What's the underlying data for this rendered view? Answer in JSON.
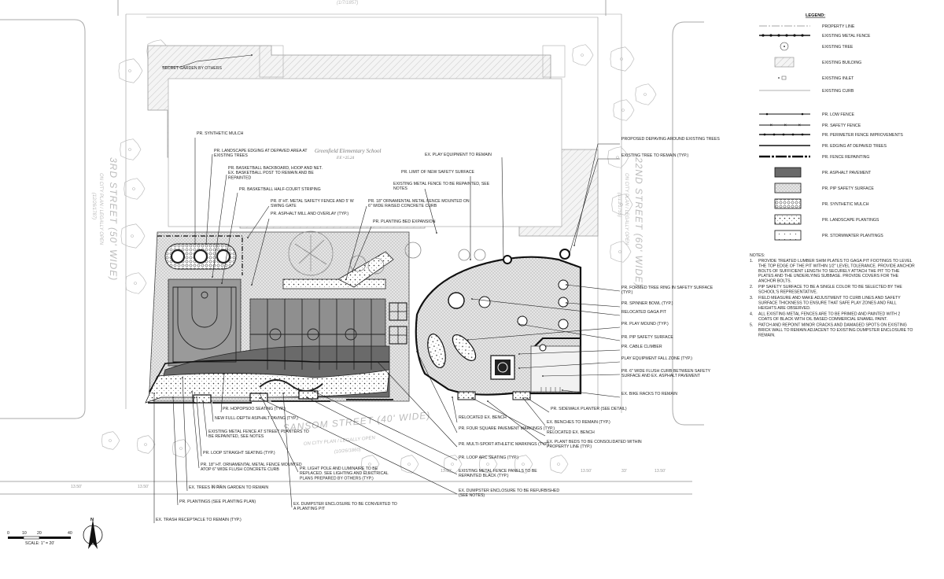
{
  "streets": {
    "third": {
      "name": "3RD STREET (50' WIDE)",
      "sub": "ON CITY PLAN / LEGALLY OPEN",
      "date": "(12/26/1787)"
    },
    "twenty_second": {
      "name": "22ND STREET (60' WIDE)",
      "sub": "ON CITY PLAN / LEGALLY OPEN",
      "date": "(1/13/1755)"
    },
    "sansom": {
      "name": "SANSOM STREET (40' WIDE)",
      "sub": "ON CITY PLAN / LEGALLY OPEN",
      "date": "(10/26/1860)"
    },
    "top_date": "(1/7/1857)"
  },
  "school": {
    "name": "Greenfield Elementary School",
    "ff": "F.F.=25.24"
  },
  "dimensions": [
    "13.50'",
    "13.50'",
    "13.50'",
    "13.50'",
    "13.50'",
    "13.50'",
    "33'"
  ],
  "callouts": [
    "SECRET GARDEN BY OTHERS",
    "PR. SYNTHETIC MULCH",
    "PR. LANDSCAPE EDGING AT DEPAVED AREA AT EXISTING TREES",
    "PR. BASKETBALL BACKBOARD, HOOP AND NET. EX. BASKETBALL POST TO REMAIN AND BE REPAINTED",
    "PR. BASKETBALL HALF-COURT STRIPING",
    "PR. 8' HT. METAL SAFETY FENCE AND 5' W SWING GATE",
    "PR. ASPHALT MILL AND OVERLAY (TYP.)",
    "PR. 18\" ORNAMENTAL METAL FENCE MOUNTED ON 6\" WIDE RAISED CONCRETE CURB",
    "PR. PLANTING BED EXPANSION",
    "EXISTING METAL FENCE TO BE REPAINTED, SEE NOTES",
    "PR. LIMIT OF NEW SAFETY SURFACE",
    "EX. PLAY EQUIPMENT TO REMAIN",
    "PROPOSED DEPAVING AROUND EXISTING TREES",
    "EXISTING TREE TO REMAIN (TYP.)",
    "PR. FORMED TREE RING IN SAFETY SURFACE (TYP.)",
    "PR. SPINNER BOWL (TYP.)",
    "RELOCATED GAGA PIT",
    "PR. PLAY MOUND (TYP.)",
    "PR. PIP SAFETY SURFACE",
    "PR. CABLE CLIMBER",
    "PLAY EQUIPMENT FALL ZONE (TYP.)",
    "PR. 6\" WIDE FLUSH CURB BETWEEN SAFETY SURFACE AND EX. ASPHALT PAVEMENT",
    "EX. BIKE RACKS TO REMAIN",
    "PR. SIDEWALK PLANTER (SEE DETAIL)",
    "EX. BENCHES TO REMAIN (TYP.)",
    "RELOCATED EX. BENCH",
    "EX. PLANT BEDS TO BE CONSOLIDATED WITHIN PROPERTY LINE (TYP.)",
    "RELOCATED EX. BENCH",
    "PR. FOUR SQUARE PAVEMENT MARKINGS (TYP.)",
    "PR. MULTI-SPORT ATHLETIC MARKINGS (TYP.)",
    "PR. LOOP ARC SEATING (TYP.)",
    "EXISTING METAL FENCE PANELS TO BE REPAINTED BLACK (TYP.)",
    "EX. DUMPSTER ENCLOSURE TO BE REFURBISHED (SEE NOTES)",
    "PR. HOPOPSOO SEATING (TYP.)",
    "NEW FULL-DEPTH ASPHALT PAVING (TYP.)",
    "EXISTING METAL FENCE AT STREET PLANTERS TO BE REPAINTED, SEE NOTES",
    "PR. LOOP STRAIGHT SEATING (TYP.)",
    "PR. 18\" HT. ORNAMENTAL METAL FENCE MOUNTED ATOP 6\" WIDE FLUSH CONCRETE CURB",
    "PR. LIGHT POLE AND LUMINAIRE TO BE REPLACED. SEE LIGHTING AND ELECTRICAL PLANS PREPARED BY OTHERS (TYP.)",
    "EX. TREES IN RAIN GARDEN TO REMAIN",
    "PR. PLANTINGS (SEE PLANTING PLAN)",
    "EX. DUMPSTER ENCLOSURE TO BE CONVERTED TO A PLANTING PIT",
    "EX. TRASH RECEPTACLE TO REMAIN (TYP.)"
  ],
  "legend": {
    "title": "LEGEND:",
    "items": [
      "PROPERTY LINE",
      "EXISTING METAL FENCE",
      "EXISTING TREE",
      "EXISTING BUILDING",
      "EXISTING INLET",
      "EXISTING CURB",
      "PR. LOW FENCE",
      "PR. SAFETY FENCE",
      "PR. PERIMETER FENCE IMPROVEMENTS",
      "PR. EDGING AT DEPAVED TREES",
      "PR. FENCE REPAINTING",
      "PR. ASPHALT PAVEMENT",
      "PR. PIP SAFETY SURFACE",
      "PR. SYNTHETIC MULCH",
      "PR. LANDSCAPE PLANTINGS",
      "PR. STORMWATER PLANTINGS"
    ]
  },
  "notes": {
    "title": "NOTES:",
    "items": [
      [
        "1.",
        "PROVIDE TREATED LUMBER SHIM PLATES TO GAGA PIT FOOTINGS TO LEVEL",
        "THE TOP EDGE OF THE PIT WITHIN 1/2\" LEVEL TOLERANCE. PROVIDE ANCHOR",
        "BOLTS OF SUFFICIENT LENGTH TO SECURELY ATTACH THE PIT TO THE",
        "PLATES AND THE UNDERLYING SUBBASE. PROVIDE COVERS FOR THE",
        "ANCHOR BOLTS."
      ],
      [
        "2.",
        "PIP SAFETY SURFACE TO BE A SINGLE COLOR TO BE SELECTED BY THE",
        "SCHOOL'S REPRESENTATIVE."
      ],
      [
        "3.",
        "FIELD MEASURE AND MAKE ADJUSTMENT TO CURB LINES AND SAFETY",
        "SURFACE THICKNESS TO ENSURE THAT SAFE PLAY ZONES AND FALL",
        "HEIGHTS ARE OBSERVED."
      ],
      [
        "4.",
        "ALL EXISTING METAL FENCES ARE TO BE PRIMED AND PAINTED WITH 2",
        "COATS OF BLACK WITH OIL BASED COMMERCIAL ENAMEL PAINT."
      ],
      [
        "5.",
        "PATCH AND REPOINT MINOR CRACKS AND DAMAGED SPOTS ON EXISTING",
        "BRICK WALL TO REMAIN ADJACENT TO EXISTING DUMPSTER ENCLOSURE TO",
        "REMAIN."
      ]
    ]
  },
  "scale": {
    "label": "SCALE: 1\" = 20'",
    "ticks": [
      "0",
      "10",
      "20",
      "40"
    ]
  },
  "north": {
    "label": "N"
  },
  "colors": {
    "asphalt": "#666666",
    "line": "#222222",
    "ghost": "#bbbbbb"
  }
}
